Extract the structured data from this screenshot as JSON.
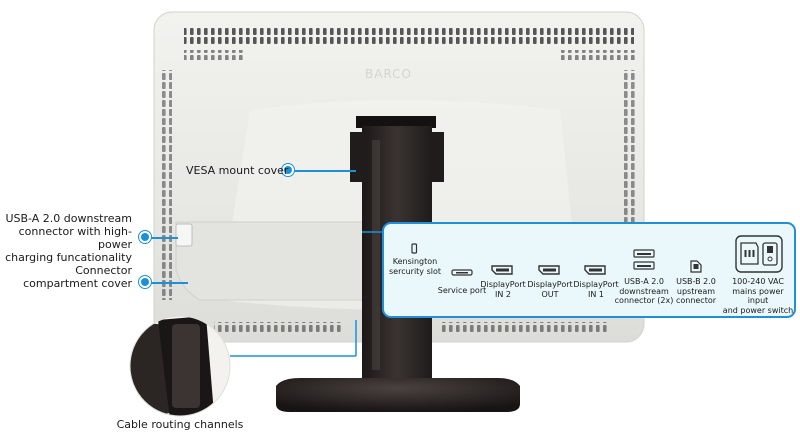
{
  "logo_text": "BARCO",
  "callouts": {
    "vesa": "VESA mount cover",
    "usb_a_side": [
      "USB-A 2.0 downstream",
      "connector with high-power",
      "charging funcationality"
    ],
    "compartment": [
      "Connector",
      "compartment cover"
    ],
    "cable": "Cable routing channels"
  },
  "ports": {
    "kensington": [
      "Kensington",
      "sercurity slot"
    ],
    "service": [
      "Service port"
    ],
    "dp_in2": [
      "DisplayPort",
      "IN 2"
    ],
    "dp_out": [
      "DisplayPort",
      "OUT"
    ],
    "dp_in1": [
      "DisplayPort",
      "IN 1"
    ],
    "usb_a": [
      "USB-A 2.0",
      "downstream",
      "connector (2x)"
    ],
    "usb_b": [
      "USB-B 2.0",
      "upstream",
      "connector"
    ],
    "power": [
      "100-240 VAC",
      "mains power input",
      "and power switch"
    ]
  },
  "colors": {
    "accent": "#1f8fd8",
    "panel_bg": "#eaf8fc",
    "monitor": "#ececea",
    "stand": "#2b2524"
  }
}
